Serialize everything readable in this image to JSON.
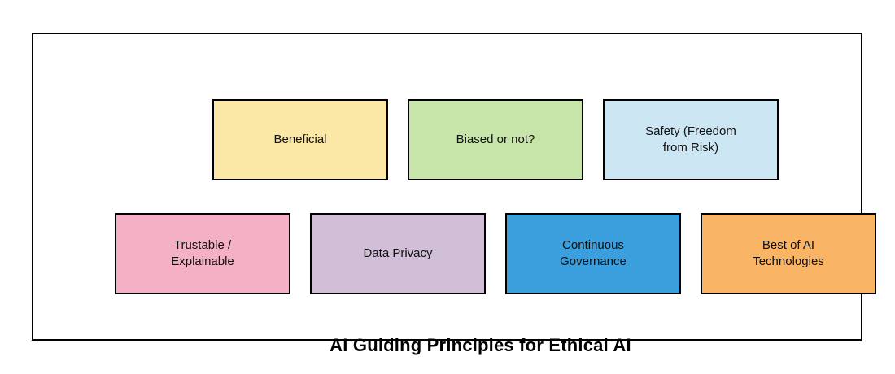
{
  "diagram": {
    "title": "AI Guiding Principles for Ethical AI",
    "frame_border_color": "#000000",
    "background_color": "#ffffff",
    "boxes": [
      {
        "label": "Beneficial",
        "fill": "#FBE8A6"
      },
      {
        "label": "Biased or not?",
        "fill": "#C7E5A9"
      },
      {
        "label": "Safety (Freedom from Risk)",
        "fill": "#CCE6F4"
      },
      {
        "label": "Trustable / Explainable",
        "fill": "#F4B1C5"
      },
      {
        "label": "Data Privacy",
        "fill": "#D0BFD6"
      },
      {
        "label": "Continuous Governance",
        "fill": "#3A9FDC"
      },
      {
        "label": "Best of AI Technologies",
        "fill": "#F9B465"
      }
    ]
  }
}
